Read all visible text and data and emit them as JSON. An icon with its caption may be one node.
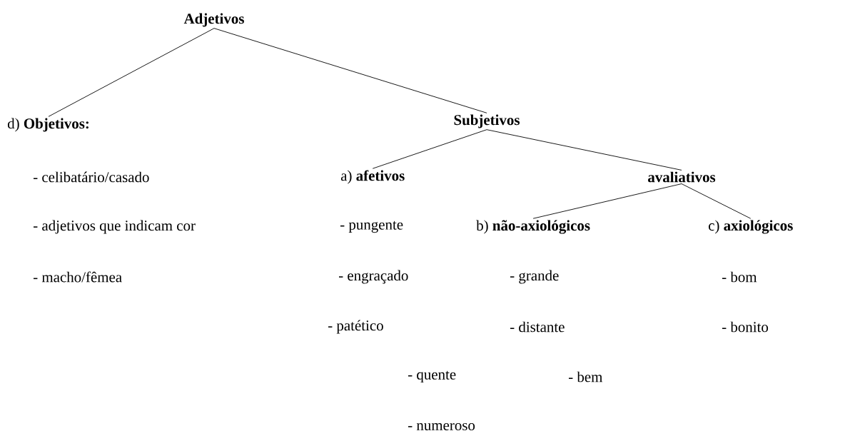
{
  "diagram": {
    "nodes": [
      {
        "text": [
          "Adjetivos"
        ]
      },
      {
        "text": [
          "d) **Objetivos:**"
        ]
      },
      {
        "text": [
          "Subjetivos"
        ]
      },
      {
        "text": [
          "a) **afetivos**"
        ]
      },
      {
        "text": [
          "avaliativos"
        ]
      },
      {
        "text": [
          "b)  **não-axiológicos**"
        ]
      },
      {
        "text": [
          "c)  **axiológicos**"
        ]
      }
    ],
    "edges": [
      {
        "from": 0,
        "to": 1,
        "arrow": "none"
      },
      {
        "from": 0,
        "to": 2,
        "arrow": "none"
      },
      {
        "from": 2,
        "to": 3,
        "arrow": "none"
      },
      {
        "from": 2,
        "to": 4,
        "arrow": "none"
      },
      {
        "from": 4,
        "to": 5,
        "arrow": "none"
      },
      {
        "from": 4,
        "to": 6,
        "arrow": "none"
      }
    ],
    "labels": [
      "- celibatário/casado",
      "- adjetivos que indicam cor",
      "- pungente",
      "- macho/fêmea",
      "- engraçado",
      "- grande",
      "- bom",
      "- patético",
      "- distante",
      "- bonito",
      "- quente",
      "- bem",
      "- numeroso"
    ]
  }
}
